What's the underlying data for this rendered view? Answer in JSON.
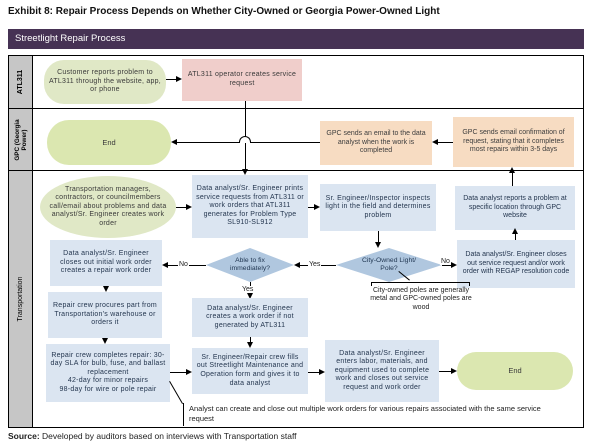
{
  "title": "Exhibit 8: Repair Process Depends on Whether City-Owned or Georgia Power-Owned Light",
  "banner": "Streetlight Repair Process",
  "lanes": {
    "atl311": "ATL311",
    "gpc": "GPC (Georgia\nPower)",
    "transportation": "Transportation"
  },
  "nodes": {
    "customer": "Customer reports problem to ATL311 through the website, app, or phone",
    "operator": "ATL311 operator creates service request",
    "gpc_end": "End",
    "gpc_email": "GPC sends an email to the data analyst when the work is completed",
    "gpc_confirm": "GPC sends email confirmation of request, stating that it completes most repairs within 3-5 days",
    "trans_callers": "Transportation managers, contractors, or councilmembers call/email about problems and data analyst/Sr. Engineer creates work order",
    "prints": "Data analyst/Sr. Engineer prints service requests from ATL311 or work orders that ATL311 generates for Problem Type SL910-SL912",
    "inspector": "Sr. Engineer/Inspector inspects light in the field and determines problem",
    "reports": "Data analyst reports a problem at specific location through GPC website",
    "closes_initial": "Data analyst/Sr. Engineer closes out initial work order creates a repair work order",
    "able_diamond": "Able to fix\nimmediately?",
    "city_diamond": "City-Owned Light/\nPole?",
    "regap": "Data analyst/Sr. Engineer closes out service request and/or work order with REGAP resolution code",
    "procures": "Repair crew procures part from Transportation's warehouse or orders it",
    "creates": "Data analyst/Sr. Engineer creates a work order if not generated by ATL311",
    "completes": "Repair crew completes repair: 30-day SLA for bulb, fuse, and ballast replacement\n42-day for minor repairs\n98-day for wire or pole repair",
    "fills": "Sr. Engineer/Repair crew fills out Streetlight Maintenance and Operation form and gives it to data analyst",
    "labor": "Data analyst/Sr. Engineer enters labor, materials, and equipment used to complete work and closes out service request and work order",
    "trans_end": "End",
    "poles_note": "City-owned poles are generally metal and GPC-owned poles are wood",
    "bottom_note": "Analyst can create and close out multiple work orders for various repairs associated with the same service request"
  },
  "labels": {
    "no_left": "No",
    "yes_left": "Yes",
    "no_right": "No",
    "yes_down": "Yes"
  },
  "source": {
    "label": "Source:",
    "text": " Developed by auditors based on interviews with Transportation staff"
  },
  "colors": {
    "banner": "#463254",
    "lane": "#c6c6c6",
    "process_blue": "#dbe5f1",
    "decision_blue": "#b0c7df",
    "terminal_green": "#dbe7b0",
    "call_green": "#e0e8c6",
    "atl_pink": "#f0cecb",
    "gpc_tan": "#f7dcc2",
    "line": "#000000",
    "box_text": "#24364f"
  }
}
